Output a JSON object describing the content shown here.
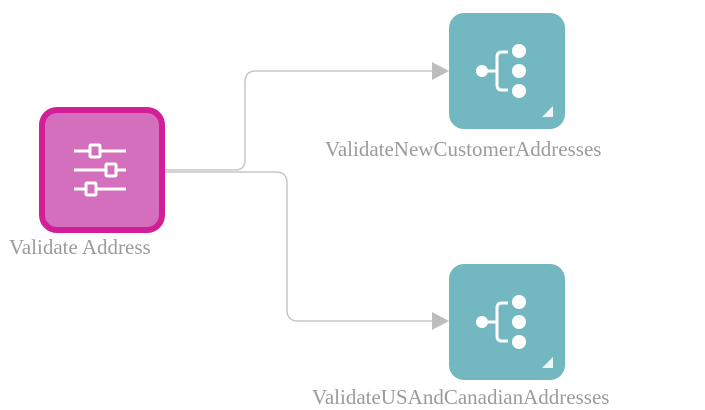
{
  "canvas": {
    "background_color": "#ffffff",
    "connector_color": "#c7c7c7",
    "arrow_color": "#bdbdbd"
  },
  "nodes": {
    "source": {
      "label": "Validate Address",
      "icon": "sliders-icon",
      "fill_color": "#d36fbd",
      "border_color": "#d21f98"
    },
    "targets": [
      {
        "label": "ValidateNewCustomerAddresses",
        "icon": "split-icon",
        "fill_color": "#73b7c1"
      },
      {
        "label": "ValidateUSAndCanadianAddresses",
        "icon": "split-icon",
        "fill_color": "#73b7c1"
      }
    ]
  }
}
